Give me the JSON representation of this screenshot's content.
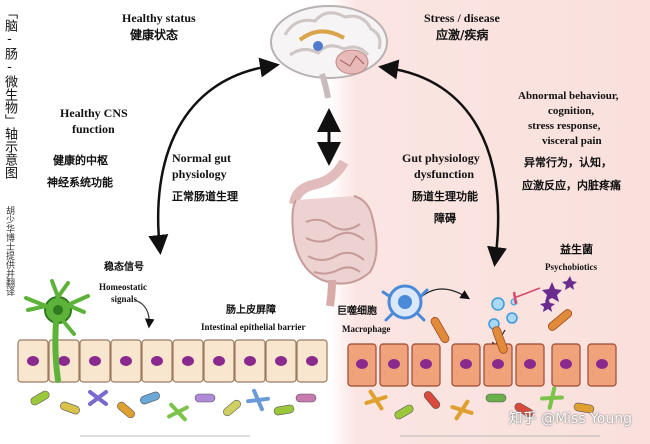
{
  "side_title": "「脑-肠-微生物」轴示意图",
  "side_credit": "胡少华博士提供并翻译",
  "left": {
    "status_en": "Healthy status",
    "status_cn": "健康状态",
    "cns_en_1": "Healthy CNS",
    "cns_en_2": "function",
    "cns_cn_1": "健康的中枢",
    "cns_cn_2": "神经系统功能",
    "gut_en_1": "Normal gut",
    "gut_en_2": "physiology",
    "gut_cn": "正常肠道生理",
    "signal_cn": "稳态信号",
    "signal_en_1": "Homeostatic",
    "signal_en_2": "signals",
    "barrier_cn": "肠上皮屏障",
    "barrier_en": "Intestinal epithelial barrier"
  },
  "right": {
    "status_en": "Stress / disease",
    "status_cn": "应激/疾病",
    "abn_en_1": "Abnormal behaviour,",
    "abn_en_2": "cognition,",
    "abn_en_3": "stress response,",
    "abn_en_4": "visceral pain",
    "abn_cn_1": "异常行为，认知，",
    "abn_cn_2": "应激反应，内脏疼痛",
    "gut_en_1": "Gut physiology",
    "gut_en_2": "dysfunction",
    "gut_cn_1": "肠道生理功能",
    "gut_cn_2": "障碍",
    "probiotic_cn": "益生菌",
    "probiotic_en": "Psychobiotics",
    "macro_cn": "巨噬细胞",
    "macro_en": "Macrophage"
  },
  "watermark": "知乎 @Miss Young",
  "colors": {
    "left_bg": "#ffffff",
    "right_bg": "#fbe5e2",
    "healthy_cell": "#f8e6cf",
    "stressed_cell": "#f0a27a",
    "nucleus": "#8a2a8e",
    "neuron_green": "#5db33a",
    "macrophage_blue": "#4a8ad8",
    "probiotic_purple": "#6a2c8e"
  }
}
